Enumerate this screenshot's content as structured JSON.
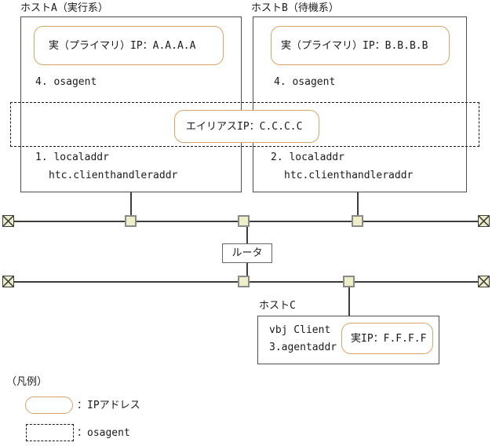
{
  "hosts": {
    "a": {
      "title": "ホストA（実行系）",
      "primary_ip": "実（プライマリ）IP：A.A.A.A",
      "osagent_line": "4. osagent",
      "localaddr_line": "1. localaddr",
      "handler_line": "htc.clienthandleraddr"
    },
    "b": {
      "title": "ホストB（待機系）",
      "primary_ip": "実（プライマリ）IP：B.B.B.B",
      "osagent_line": "4. osagent",
      "localaddr_line": "2. localaddr",
      "handler_line": "htc.clienthandleraddr"
    },
    "c": {
      "title": "ホストC",
      "client_line": "vbj Client",
      "agentaddr_line": "3.agentaddr",
      "real_ip": "実IP：F.F.F.F"
    }
  },
  "alias_ip": "エイリアスIP：C.C.C.C",
  "router_label": "ルータ",
  "legend": {
    "title": "（凡例）",
    "ip_label": "：IPアドレス",
    "osagent_label": "：osagent"
  },
  "colors": {
    "ip_border": "#d9a468",
    "node_fill": "#eeeec9",
    "node_border": "#8a8a88",
    "box_border": "#4f4f4f",
    "line": "#3d3d3d"
  }
}
